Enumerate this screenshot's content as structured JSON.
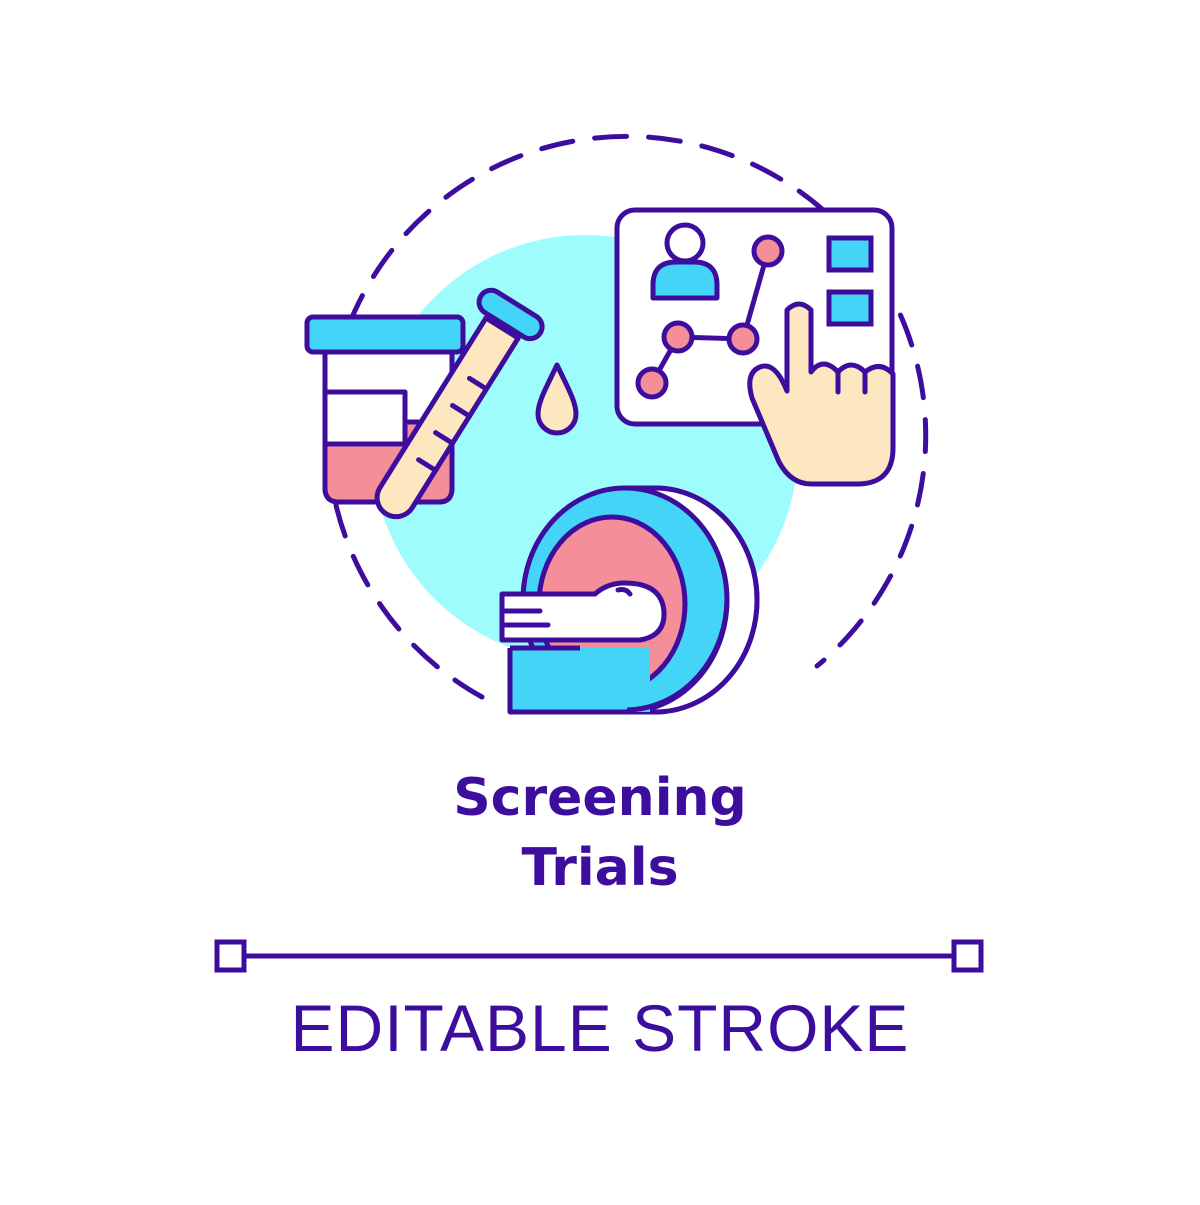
{
  "title": {
    "line1": "Screening",
    "line2": "Trials"
  },
  "caption": "EDITABLE STROKE",
  "icons": {
    "illustration": "screening-trials-icon",
    "container": "specimen-cup-icon",
    "test_tube": "test-tube-icon",
    "drop": "drop-icon",
    "screen": "touch-screen-icon",
    "user": "user-icon",
    "graph": "line-graph-icon",
    "hand": "pointing-hand-icon",
    "scanner": "mri-scanner-icon",
    "patient": "patient-icon"
  },
  "colors": {
    "stroke": "#3d0e9e",
    "cyan_bg": "#9ffcfd",
    "blue": "#44d4f7",
    "pink": "#f48f99",
    "cream": "#fde7c0",
    "white": "#ffffff"
  }
}
